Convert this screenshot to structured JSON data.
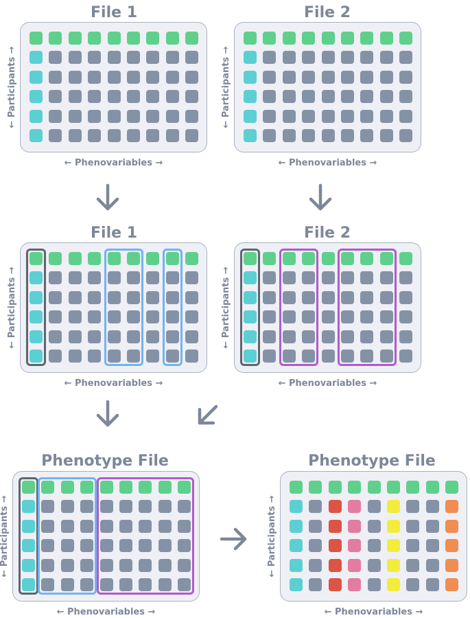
{
  "labels": {
    "file1": "File 1",
    "file2": "File 2",
    "phenotype": "Phenotype File",
    "participants": "← Participants →",
    "phenovariables": "← Phenovariables →"
  },
  "colors": {
    "header": "#5fd08c",
    "id": "#5ccfd3",
    "data": "#8592a6",
    "bracket_id": "#5f6470",
    "bracket_file1": "#74b3ee",
    "bracket_file2": "#b25ac8",
    "arrow": "#7d8799",
    "red": "#dc5443",
    "pink": "#e37ca0",
    "yellow": "#f4ec3c",
    "orange": "#ef8d52"
  },
  "grid": {
    "rows": 6,
    "cols": 9,
    "final_column_colors": [
      "id",
      "data",
      "red",
      "pink",
      "data",
      "yellow",
      "data",
      "data",
      "orange"
    ]
  },
  "stages": [
    {
      "stage": "1",
      "panels": [
        {
          "file": "file1",
          "brackets": []
        },
        {
          "file": "file2",
          "brackets": []
        }
      ]
    },
    {
      "stage": "2",
      "panels": [
        {
          "file": "file1",
          "brackets": [
            {
              "type": "id",
              "cols": [
                0,
                0
              ]
            },
            {
              "type": "file1",
              "cols": [
                4,
                5
              ]
            },
            {
              "type": "file1",
              "cols": [
                7,
                7
              ]
            }
          ]
        },
        {
          "file": "file2",
          "brackets": [
            {
              "type": "id",
              "cols": [
                0,
                0
              ]
            },
            {
              "type": "file2",
              "cols": [
                2,
                3
              ]
            },
            {
              "type": "file2",
              "cols": [
                5,
                7
              ]
            }
          ]
        }
      ]
    },
    {
      "stage": "3",
      "panels": [
        {
          "file": "phenotype",
          "brackets": [
            {
              "type": "id",
              "cols": [
                0,
                0
              ]
            },
            {
              "type": "file1",
              "cols": [
                1,
                3
              ]
            },
            {
              "type": "file2",
              "cols": [
                4,
                8
              ]
            }
          ]
        },
        {
          "file": "phenotype",
          "brackets": [],
          "final": true
        }
      ]
    }
  ]
}
